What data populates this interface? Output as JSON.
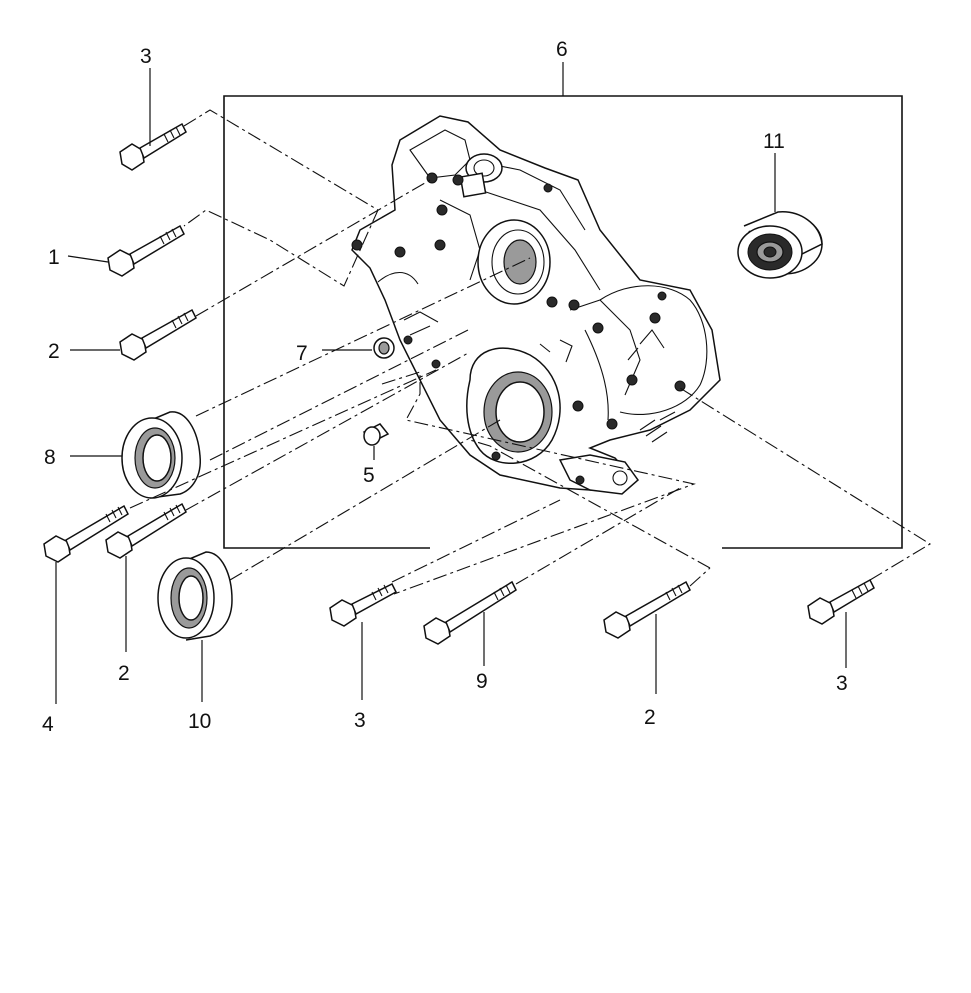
{
  "callouts": {
    "c6": "6",
    "c11": "11",
    "c3_top": "3",
    "c1": "1",
    "c2_left": "2",
    "c7": "7",
    "c8": "8",
    "c5": "5",
    "c4": "4",
    "c2_bottom_left": "2",
    "c10": "10",
    "c3_bottom": "3",
    "c9": "9",
    "c2_bottom_right": "2",
    "c3_right": "3"
  }
}
